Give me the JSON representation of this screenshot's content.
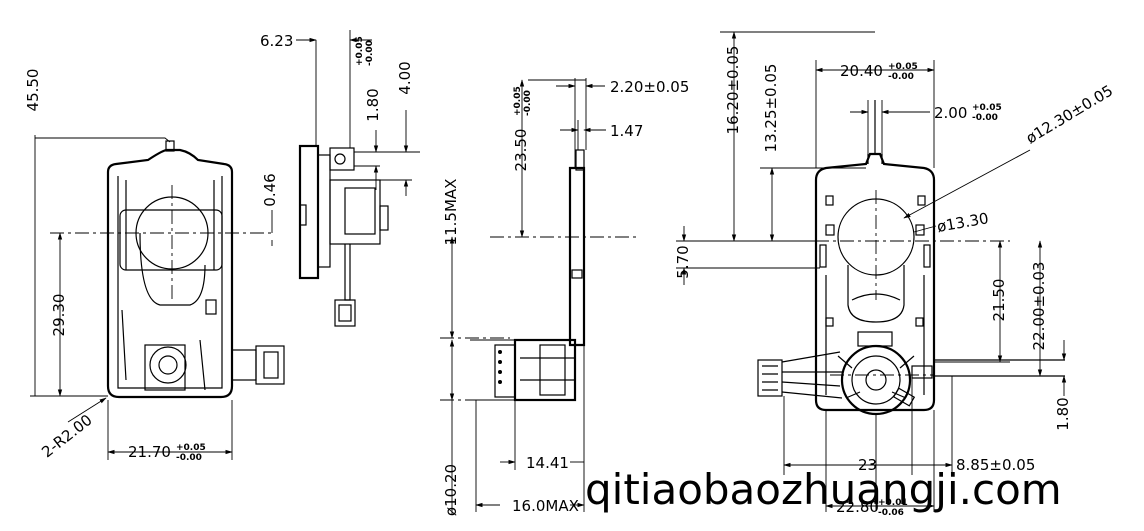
{
  "front_view": {
    "dims": {
      "d1": "45.50",
      "d2": "29.30",
      "d3": "0.46",
      "d4": "2-R2.00",
      "d5": "21.70",
      "d5_upper": "+0.05",
      "d5_lower": "-0.00"
    }
  },
  "side_view": {
    "dims": {
      "d1": "6.23",
      "d2": "1.80",
      "d2_upper": "+0.05",
      "d2_lower": "-0.00",
      "d3": "4.00"
    }
  },
  "profile_view": {
    "dims": {
      "d1": "2.20±0.05",
      "d2": "1.47",
      "d3": "23.50",
      "d3_upper": "+0.05",
      "d3_lower": "-0.00",
      "d4": "11.5MAX",
      "d5": "ø10.20",
      "d6": "14.41",
      "d7": "16.0MAX"
    }
  },
  "rear_view": {
    "dims": {
      "d1": "16.20±0.05",
      "d2": "13.25±0.05",
      "d3": "20.40",
      "d3_upper": "+0.05",
      "d3_lower": "-0.00",
      "d4": "2.00",
      "d4_upper": "+0.05",
      "d4_lower": "-0.00",
      "d5": "ø12.30±0.05",
      "d6": "ø13.30",
      "d7": "5.70",
      "d8": "21.50",
      "d9": "22.00±0.03",
      "d10": "1.80",
      "d11": "23",
      "d12": "8.85±0.05",
      "d13": "22.80",
      "d13_upper": "+0.01",
      "d13_lower": "-0.06"
    }
  },
  "watermark": "qitiaobaozhuangji.com"
}
